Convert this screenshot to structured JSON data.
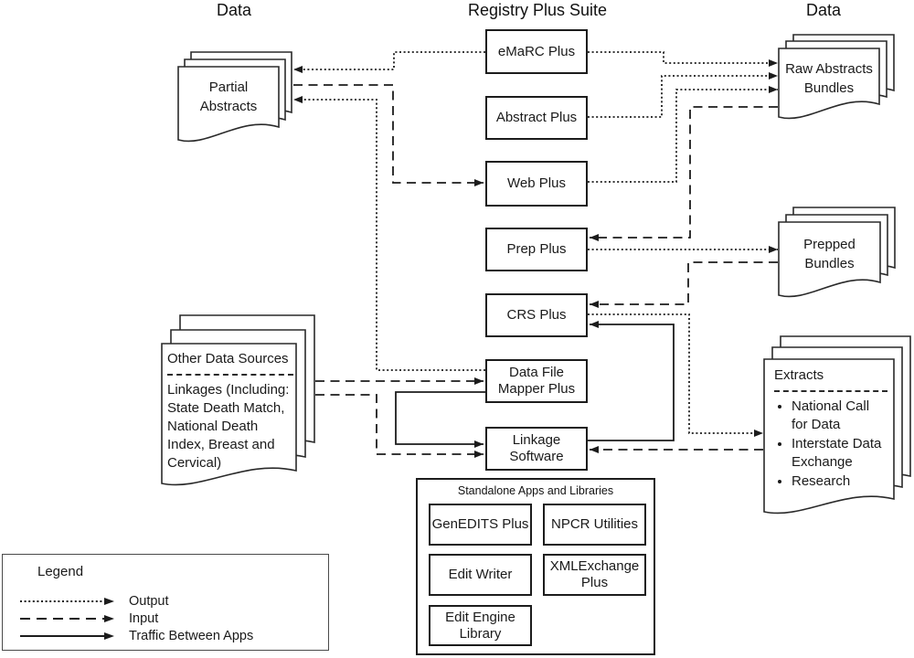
{
  "headers": {
    "left": "Data",
    "center": "Registry Plus Suite",
    "right": "Data"
  },
  "suite": {
    "boxes": [
      {
        "label": "eMaRC Plus"
      },
      {
        "label": "Abstract Plus"
      },
      {
        "label": "Web Plus"
      },
      {
        "label": "Prep Plus"
      },
      {
        "label": "CRS Plus"
      },
      {
        "label": "Data File Mapper Plus"
      },
      {
        "label": "Linkage Software"
      }
    ]
  },
  "stacks": {
    "partial_abstracts": {
      "label": "Partial Abstracts"
    },
    "raw_abstracts": {
      "label": "Raw Abstracts Bundles"
    },
    "prepped_bundles": {
      "label": "Prepped Bundles"
    },
    "extracts": {
      "title": "Extracts",
      "bullets": [
        "National Call for Data",
        "Interstate Data Exchange",
        "Research"
      ]
    },
    "other_data_sources": {
      "title": "Other Data Sources",
      "body": "Linkages (Including: State Death Match, National Death Index, Breast and Cervical)"
    }
  },
  "standalone": {
    "title": "Standalone Apps and Libraries",
    "boxes": [
      {
        "label": "GenEDITS Plus"
      },
      {
        "label": "NPCR Utilities"
      },
      {
        "label": "Edit Writer"
      },
      {
        "label": "XMLExchange Plus"
      },
      {
        "label": "Edit Engine Library"
      }
    ]
  },
  "legend": {
    "title": "Legend",
    "items": [
      {
        "style": "dotted",
        "label": "Output"
      },
      {
        "style": "dashed",
        "label": "Input"
      },
      {
        "style": "solid",
        "label": "Traffic Between Apps"
      }
    ]
  },
  "colors": {
    "ink": "#1c1c1c",
    "background": "#ffffff"
  }
}
